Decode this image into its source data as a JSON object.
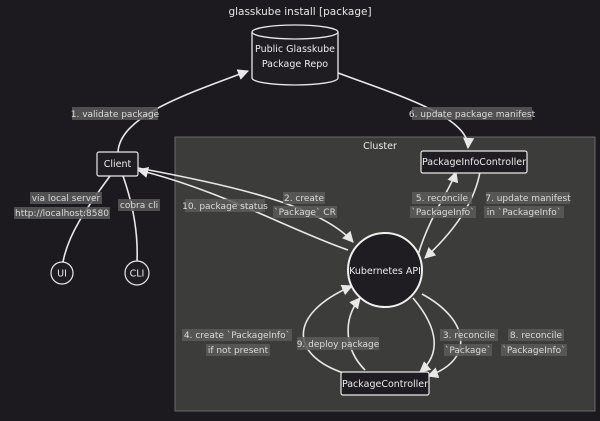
{
  "title": "glasskube install [package]",
  "cluster_label": "Cluster",
  "nodes": {
    "repo": [
      "Public Glasskube",
      "Package Repo"
    ],
    "client": "Client",
    "pic": "PackageInfoController",
    "api": "Kubernetes API",
    "pc": "PackageController",
    "ui": "UI",
    "cli": "CLI"
  },
  "edges": {
    "e1": [
      "1. validate package"
    ],
    "e2": [
      "2. create",
      "`Package` CR"
    ],
    "e3": [
      "3. reconcile",
      "`Package`"
    ],
    "e4": [
      "4. create `PackageInfo`",
      "if not present"
    ],
    "e5": [
      "5. reconcile",
      "`PackageInfo`"
    ],
    "e6": [
      "6. update package manifest"
    ],
    "e7": [
      "7. update manifest",
      "in `PackageInfo`"
    ],
    "e8": [
      "8. reconcile",
      "`PackageInfo`"
    ],
    "e9": [
      "9. deploy package"
    ],
    "e10": [
      "10. package status"
    ],
    "via": [
      "via local server",
      "http://localhost:8580"
    ],
    "cobra": [
      "cobra cli"
    ]
  },
  "colors": {
    "background": "#1c1a1e",
    "cluster_fill": "#3c3c3a",
    "node_fill": "#1f1d21",
    "stroke": "#e8e8e8"
  }
}
